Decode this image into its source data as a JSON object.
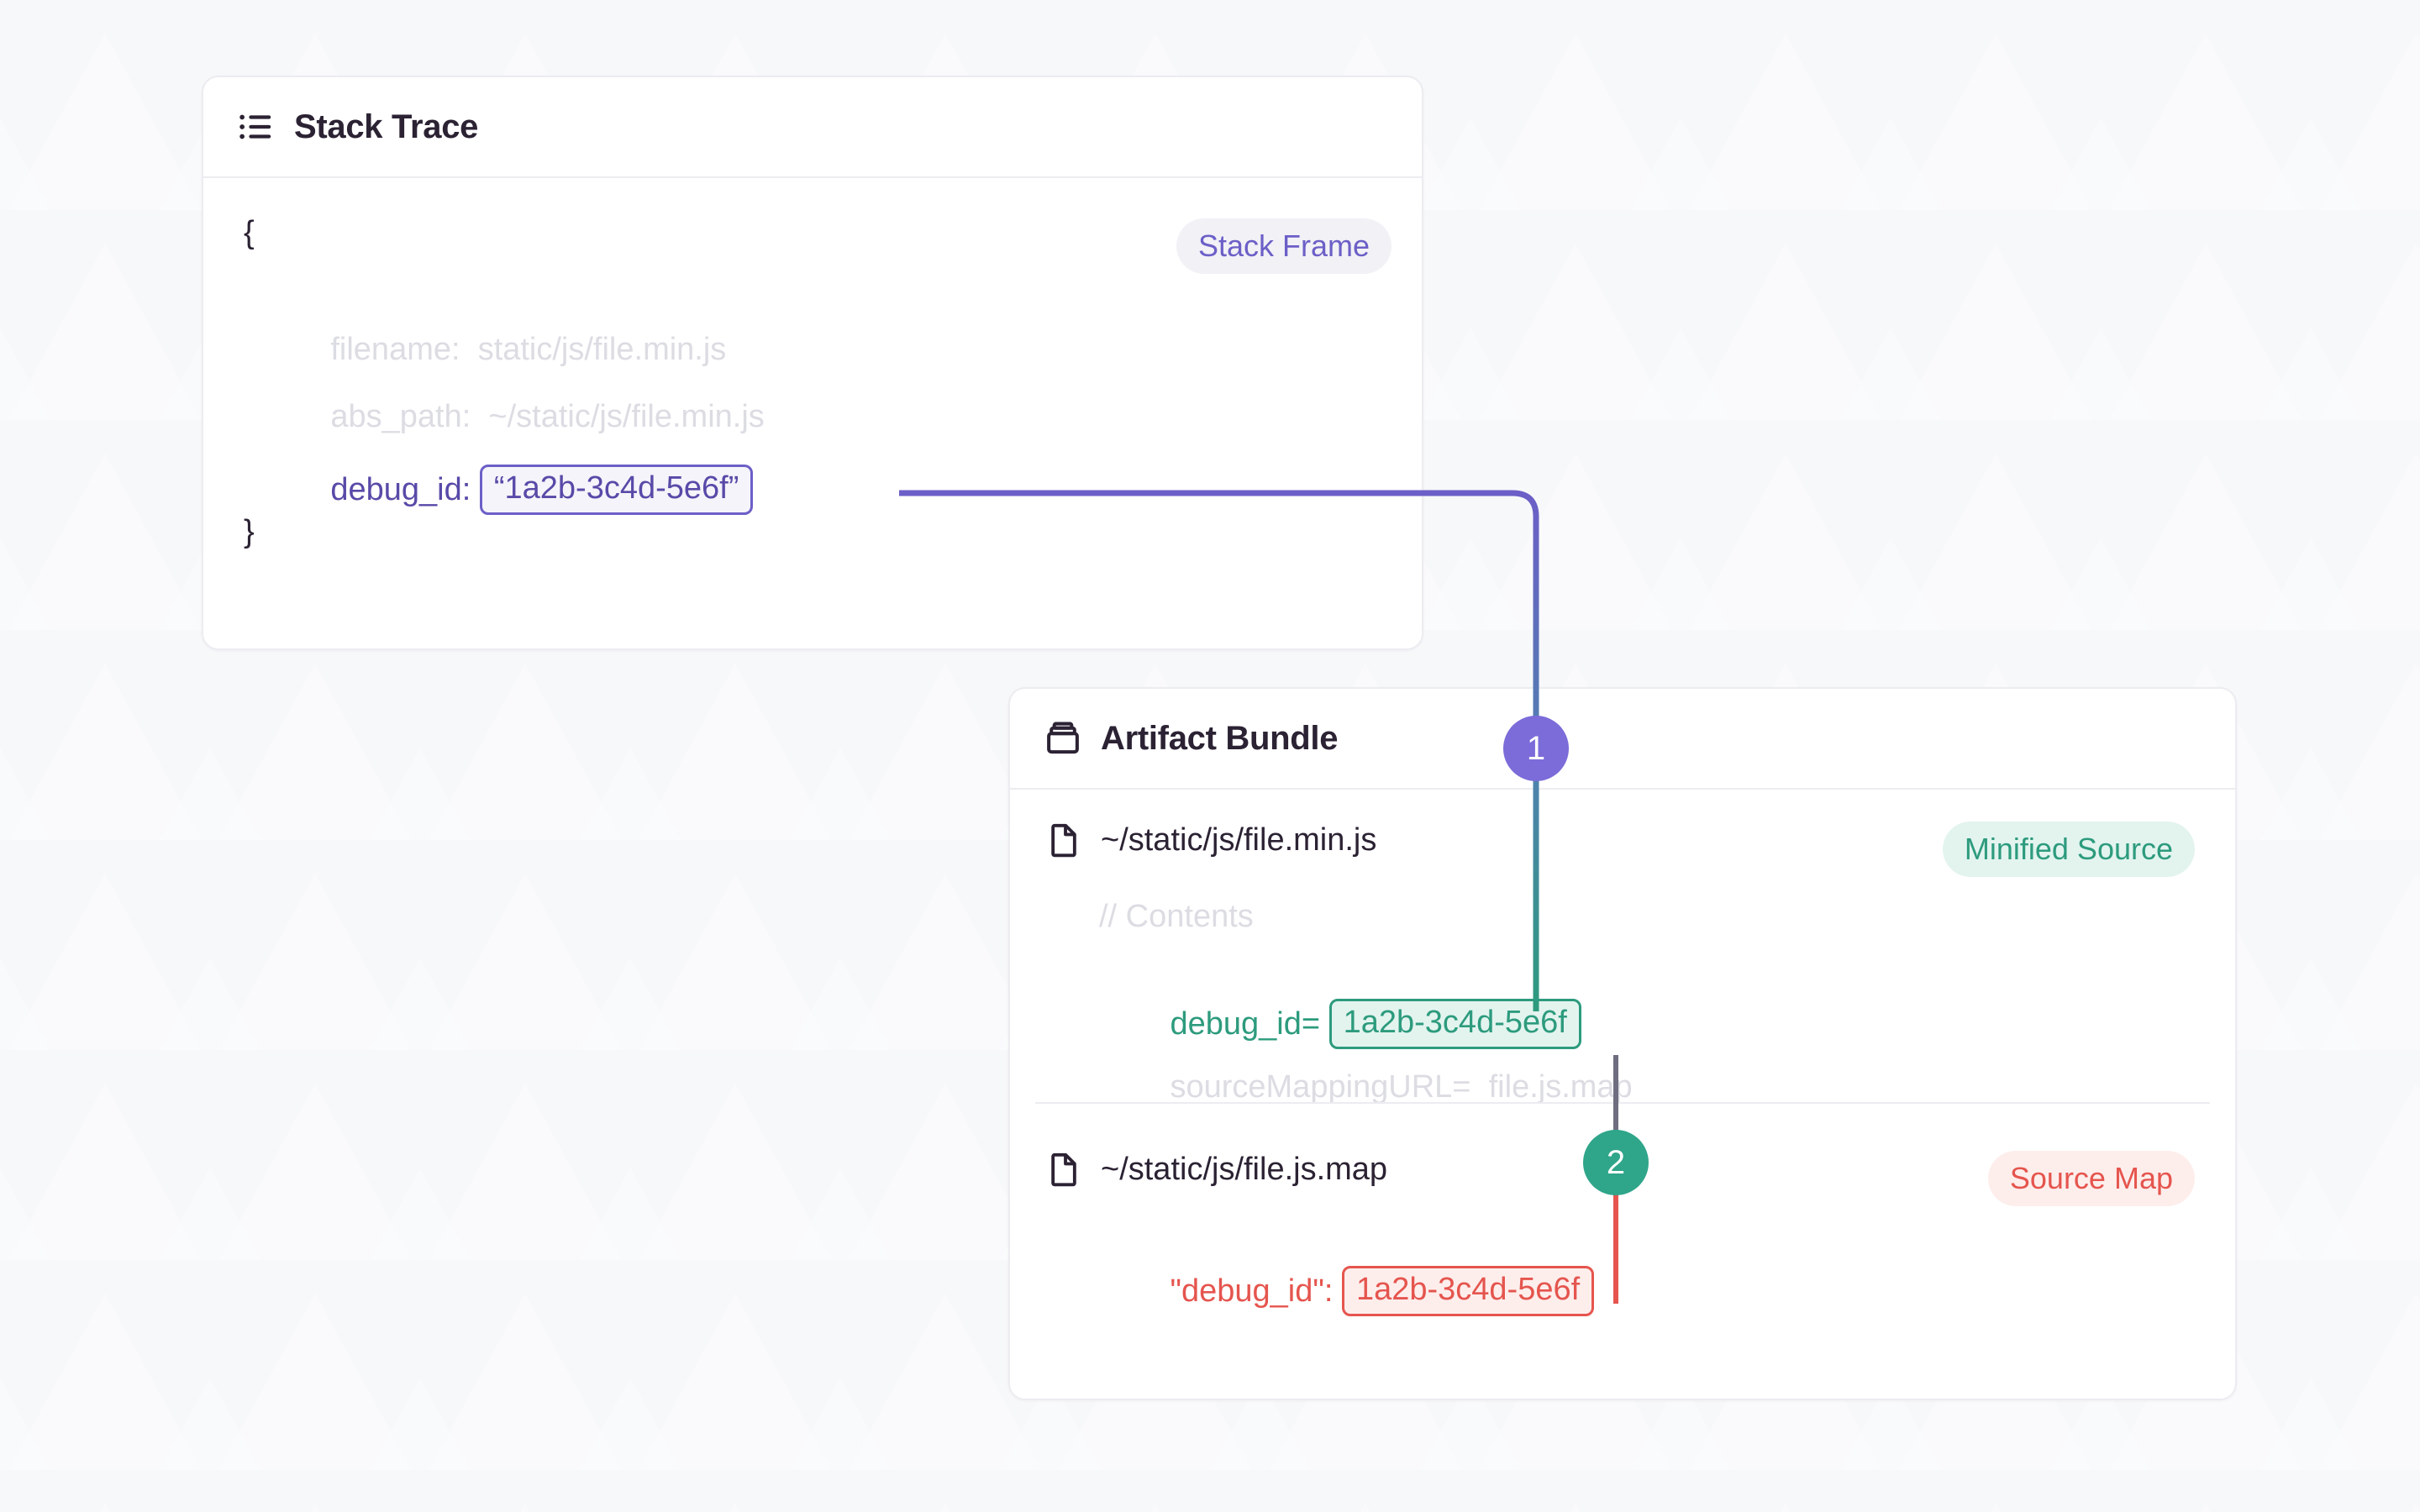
{
  "canvas": {
    "background_color": "#f7f8fa"
  },
  "colors": {
    "purple": "#6c5fc7",
    "purple_badge": "#7b6cd9",
    "teal": "#2d9b7d",
    "teal_badge": "#2fa58a",
    "red": "#e5554e",
    "text": "#2b2233",
    "dim_text": "#dcdce3",
    "card_border": "#ececf1"
  },
  "stack_trace_card": {
    "icon": "list-icon",
    "title": "Stack Trace",
    "badge": {
      "label": "Stack Frame",
      "text_color": "#6c5fc7",
      "bg_color": "#f1f1f6"
    },
    "code": {
      "open_brace": "{",
      "close_brace": "}",
      "lines": [
        {
          "key": "filename:",
          "value": "static/js/file.min.js",
          "style": "dim"
        },
        {
          "key": "abs_path:",
          "value": "~/static/js/file.min.js",
          "style": "dim"
        },
        {
          "key": "debug_id:",
          "value": "“1a2b-3c4d-5e6f”",
          "style": "highlight-purple"
        }
      ]
    }
  },
  "artifact_bundle_card": {
    "icon": "package-icon",
    "title": "Artifact Bundle",
    "files": [
      {
        "icon": "file-icon",
        "name": "~/static/js/file.min.js",
        "badge": {
          "label": "Minified Source",
          "text_color": "#2d9b7d",
          "bg_color": "#e3f4ef"
        },
        "lines": [
          {
            "text": "// Contents",
            "style": "dim"
          },
          {
            "key": "debug_id=",
            "value": "1a2b-3c4d-5e6f",
            "style": "highlight-teal"
          },
          {
            "key": "sourceMappingURL=",
            "value": "file.js.map",
            "style": "dim"
          }
        ]
      },
      {
        "icon": "file-icon",
        "name": "~/static/js/file.js.map",
        "badge": {
          "label": "Source Map",
          "text_color": "#e5554e",
          "bg_color": "#fdeeec"
        },
        "lines": [
          {
            "key": "\"debug_id\":",
            "value": "1a2b-3c4d-5e6f",
            "style": "highlight-red"
          }
        ]
      }
    ]
  },
  "steps": [
    {
      "number": "1",
      "color": "#7b6cd9"
    },
    {
      "number": "2",
      "color": "#2fa58a"
    }
  ]
}
